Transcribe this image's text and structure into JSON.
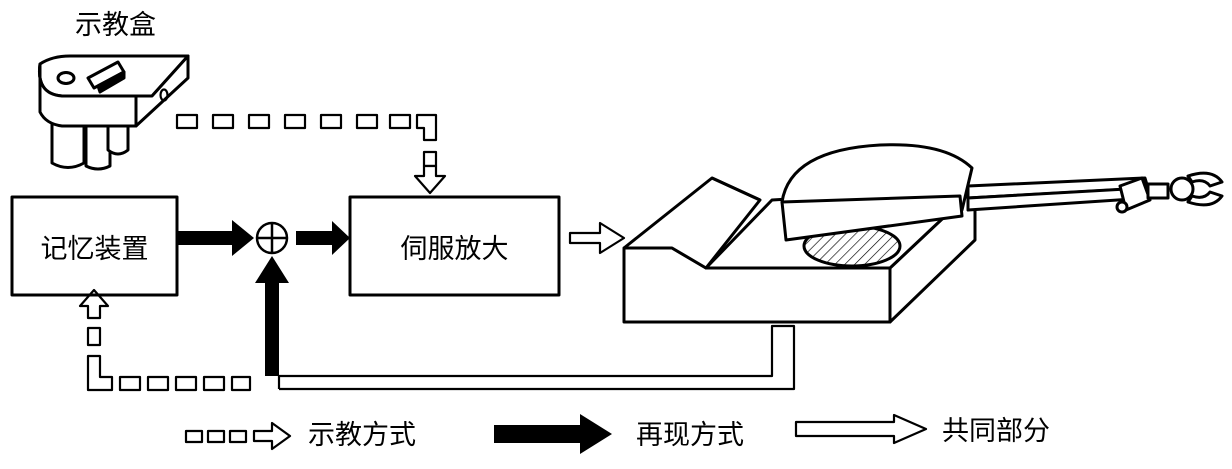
{
  "teach_pendant": {
    "label": "示教盒"
  },
  "blocks": {
    "memory": "记忆装置",
    "servo": "伺服放大"
  },
  "legend": {
    "teach_mode": "示教方式",
    "playback_mode": "再现方式",
    "common_part": "共同部分"
  }
}
